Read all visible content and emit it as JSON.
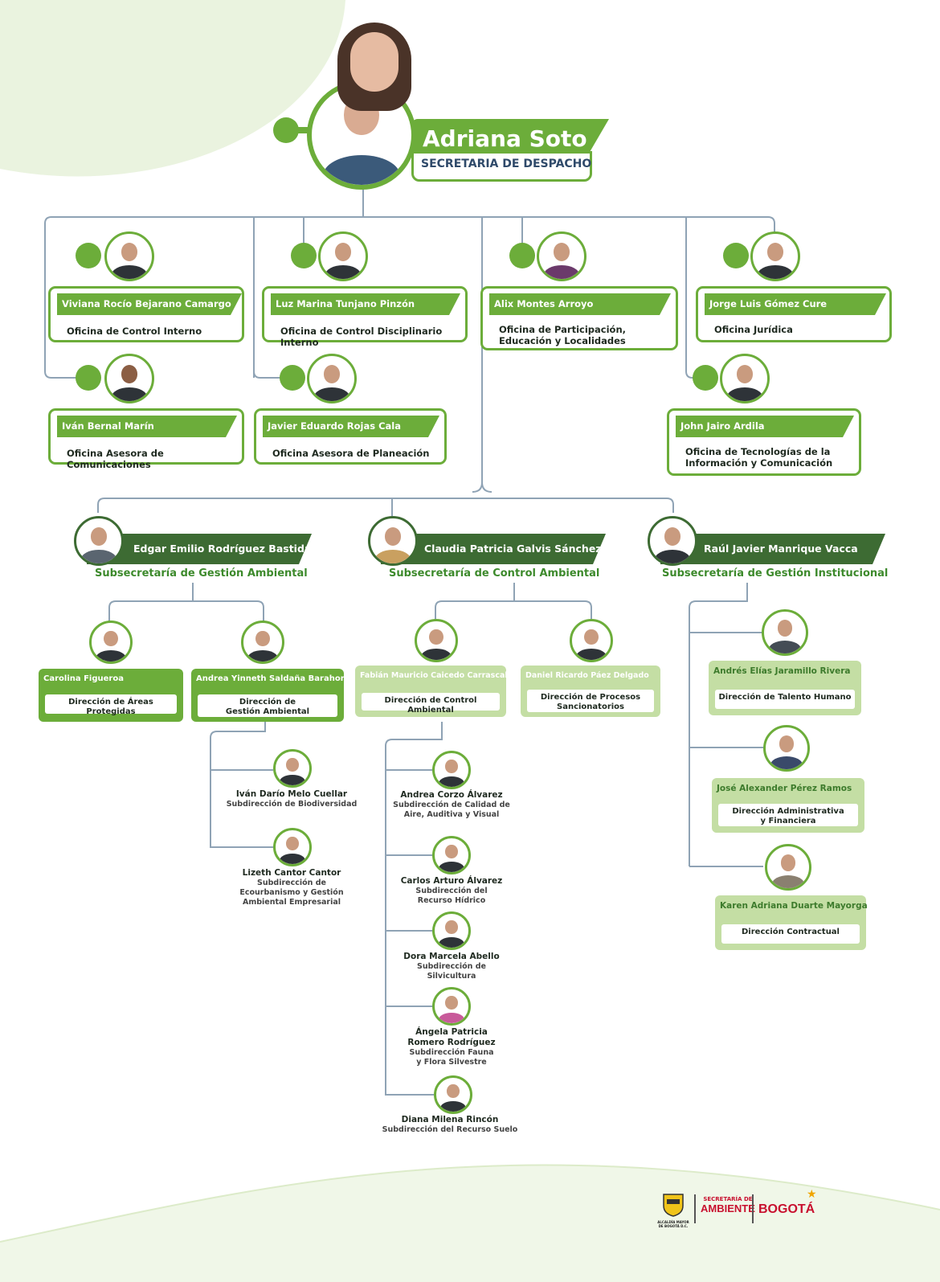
{
  "head": {
    "name": "Adriana Soto",
    "role": "SECRETARIA DE DESPACHO"
  },
  "offices": [
    {
      "name": "Viviana Rocío Bejarano Camargo",
      "office": "Oficina de Control Interno"
    },
    {
      "name": "Luz Marina Tunjano Pinzón",
      "office": "Oficina de Control Disciplinario Interno"
    },
    {
      "name": "Alix Montes Arroyo",
      "office": "Oficina de Participación,\nEducación y Localidades"
    },
    {
      "name": "Jorge Luis Gómez Cure",
      "office": "Oficina Jurídica"
    },
    {
      "name": "Iván Bernal Marín",
      "office": "Oficina Asesora de Comunicaciones"
    },
    {
      "name": "Javier Eduardo Rojas Cala",
      "office": "Oficina Asesora de Planeación"
    },
    {
      "name": "John Jairo Ardila",
      "office": "Oficina de Tecnologías de la\nInformación y Comunicación"
    }
  ],
  "subsecretarias": [
    {
      "name": "Edgar Emilio Rodríguez Bastidas",
      "title": "Subsecretaría de Gestión Ambiental"
    },
    {
      "name": "Claudia Patricia Galvis Sánchez",
      "title": "Subsecretaría de Control Ambiental"
    },
    {
      "name": "Raúl Javier Manrique Vacca",
      "title": "Subsecretaría de Gestión Institucional"
    }
  ],
  "direcciones": [
    {
      "name": "Carolina Figueroa",
      "unit": "Dirección de Áreas Protegidas"
    },
    {
      "name": "Andrea Yinneth Saldaña Barahona",
      "unit": "Dirección de\nGestión Ambiental"
    },
    {
      "name": "Fabián Mauricio Caicedo Carrascal",
      "unit": "Dirección de Control Ambiental"
    },
    {
      "name": "Daniel Ricardo Páez Delgado",
      "unit": "Dirección de Procesos\nSancionatorios"
    },
    {
      "name": "Andrés Elías Jaramillo Rivera",
      "unit": "Dirección de Talento Humano"
    },
    {
      "name": "José Alexander Pérez Ramos",
      "unit": "Dirección Administrativa\ny Financiera"
    },
    {
      "name": "Karen Adriana Duarte Mayorga",
      "unit": "Dirección Contractual"
    }
  ],
  "subdirecciones": [
    {
      "name": "Iván Darío Melo Cuellar",
      "unit": "Subdirección de Biodiversidad"
    },
    {
      "name": "Lizeth Cantor Cantor",
      "unit": "Subdirección de\nEcourbanismo y Gestión\nAmbiental Empresarial"
    },
    {
      "name": "Andrea Corzo Álvarez",
      "unit": "Subdirección de Calidad de\nAire, Auditiva y Visual"
    },
    {
      "name": "Carlos Arturo Álvarez",
      "unit": "Subdirección del\nRecurso Hídrico"
    },
    {
      "name": "Dora Marcela Abello",
      "unit": "Subdirección de\nSilvicultura"
    },
    {
      "name": "Ángela Patricia\nRomero Rodríguez",
      "unit": "Subdirección Fauna\ny Flora Silvestre"
    },
    {
      "name": "Diana Milena Rincón",
      "unit": "Subdirección del Recurso Suelo"
    }
  ],
  "footer": {
    "alcaldia": "ALCALDÍA MAYOR DE BOGOTÁ D.C.",
    "secretaria_small": "SECRETARÍA DE",
    "secretaria_big": "AMBIENTE",
    "bogota": "BOGOTÁ"
  },
  "colors": {
    "green": "#6cad3a",
    "dark_green": "#3d6b33",
    "light_green": "#c4dea4",
    "connector": "#8fa3b5"
  }
}
